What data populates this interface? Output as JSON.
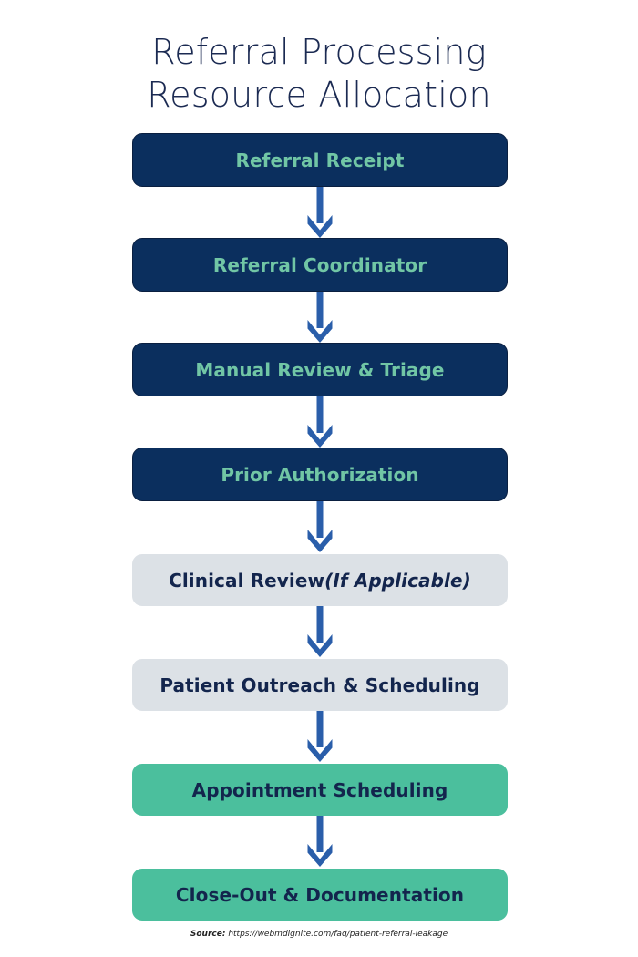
{
  "title": "Referral Processing\nResource Allocation",
  "colors": {
    "background": "#ffffff",
    "title_text": "#1b2a52",
    "navy_fill": "#0b2f5e",
    "navy_text": "#71c6a5",
    "grey_fill": "#dce1e6",
    "grey_text": "#13254d",
    "green_fill": "#4bbf9d",
    "green_text": "#13254d",
    "arrow": "#2a5eaa"
  },
  "flow": {
    "steps": [
      {
        "label": "Referral Receipt",
        "style": "navy",
        "italic_part": ""
      },
      {
        "label": "Referral Coordinator",
        "style": "navy",
        "italic_part": ""
      },
      {
        "label": "Manual Review & Triage",
        "style": "navy",
        "italic_part": ""
      },
      {
        "label": "Prior Authorization",
        "style": "navy",
        "italic_part": ""
      },
      {
        "label": "Clinical Review ",
        "style": "grey",
        "italic_part": "(If Applicable)"
      },
      {
        "label": "Patient Outreach & Scheduling",
        "style": "grey",
        "italic_part": ""
      },
      {
        "label": "Appointment Scheduling",
        "style": "green",
        "italic_part": ""
      },
      {
        "label": "Close-Out & Documentation",
        "style": "green",
        "italic_part": ""
      }
    ],
    "arrow_icon": "arrow-down-icon",
    "arrow_count": 7
  },
  "source": {
    "label": "Source:",
    "url": "https://webmdignite.com/faq/patient-referral-leakage"
  }
}
